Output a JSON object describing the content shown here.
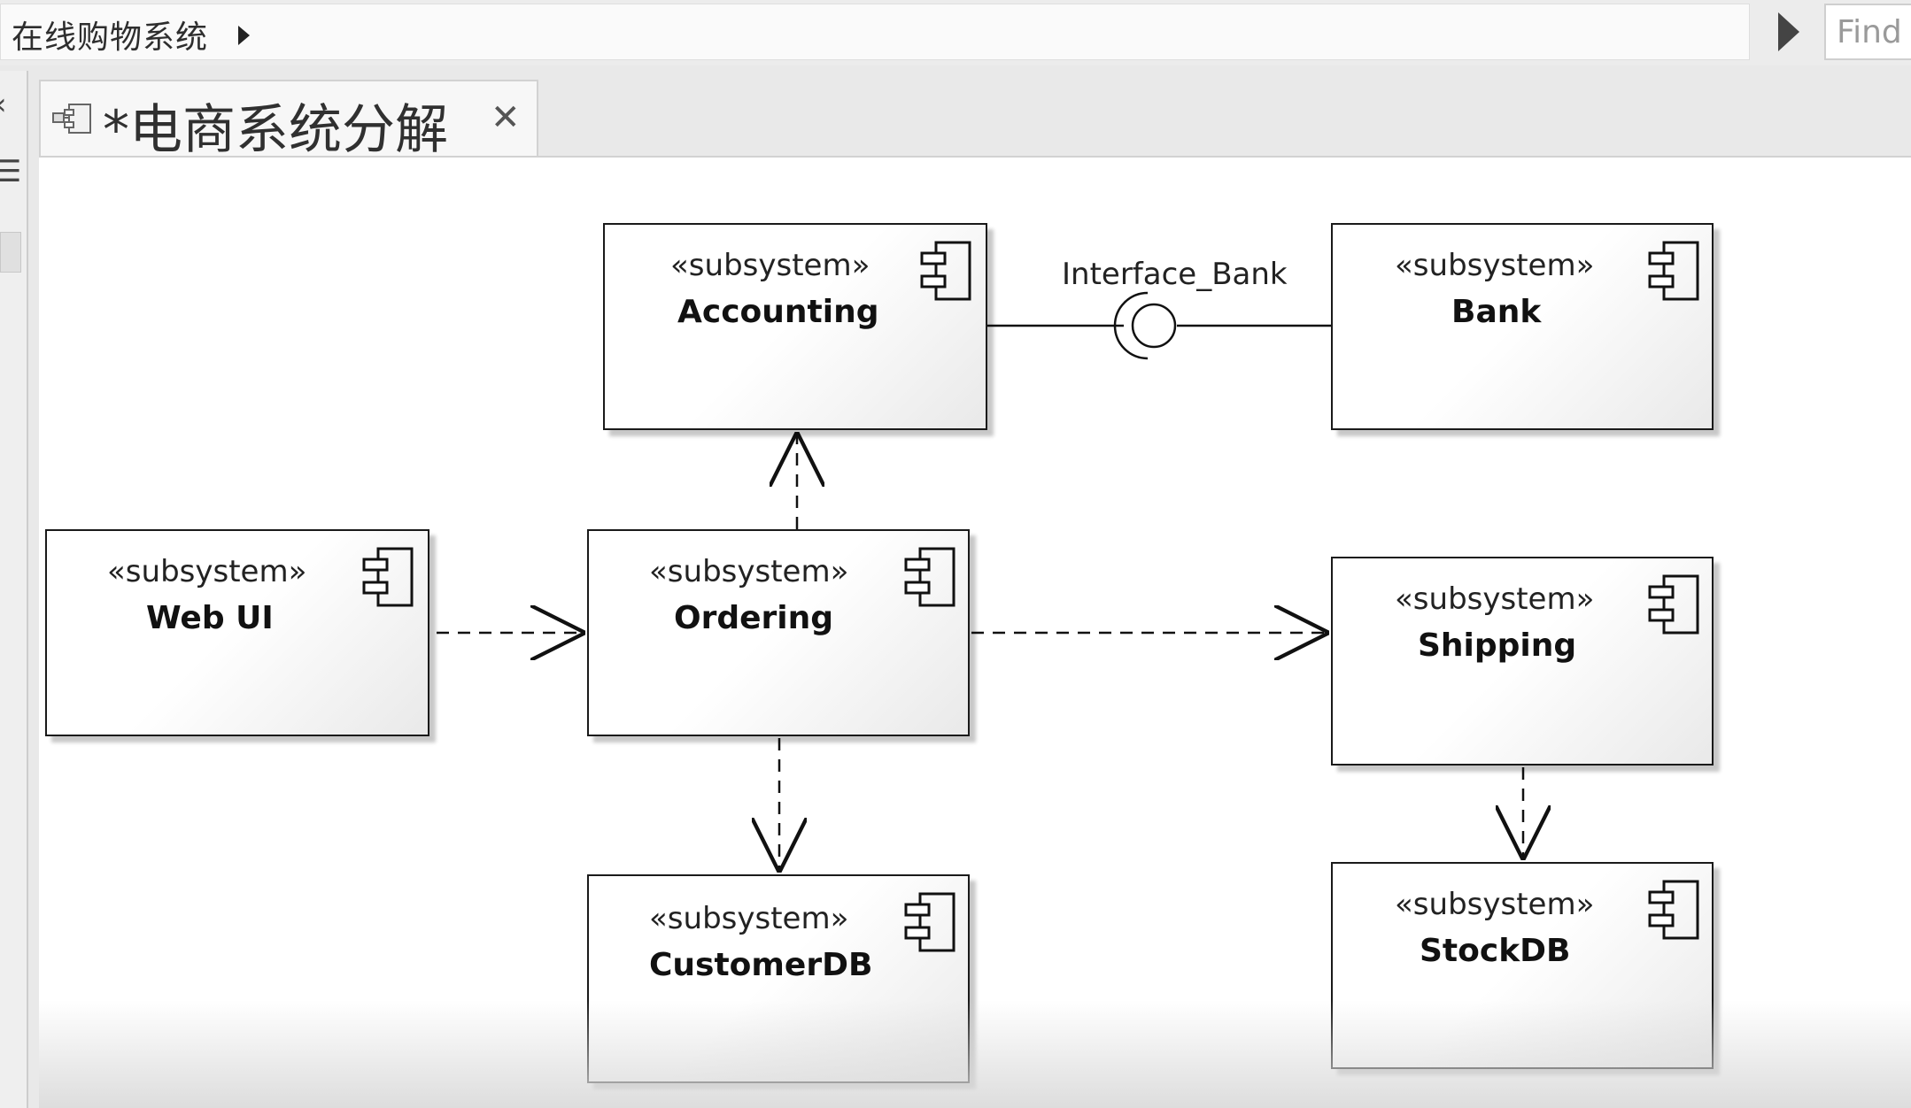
{
  "breadcrumb": {
    "path": "在线购物系统"
  },
  "search": {
    "placeholder": "Find"
  },
  "tab": {
    "title": "*电商系统分解"
  },
  "diagram": {
    "components": [
      {
        "stereotype": "«subsystem»",
        "name": "Accounting"
      },
      {
        "stereotype": "«subsystem»",
        "name": "Bank"
      },
      {
        "stereotype": "«subsystem»",
        "name": "Web UI"
      },
      {
        "stereotype": "«subsystem»",
        "name": "Ordering"
      },
      {
        "stereotype": "«subsystem»",
        "name": "Shipping"
      },
      {
        "stereotype": "«subsystem»",
        "name": "CustomerDB"
      },
      {
        "stereotype": "«subsystem»",
        "name": "StockDB"
      }
    ],
    "interface_label": "Interface_Bank"
  }
}
